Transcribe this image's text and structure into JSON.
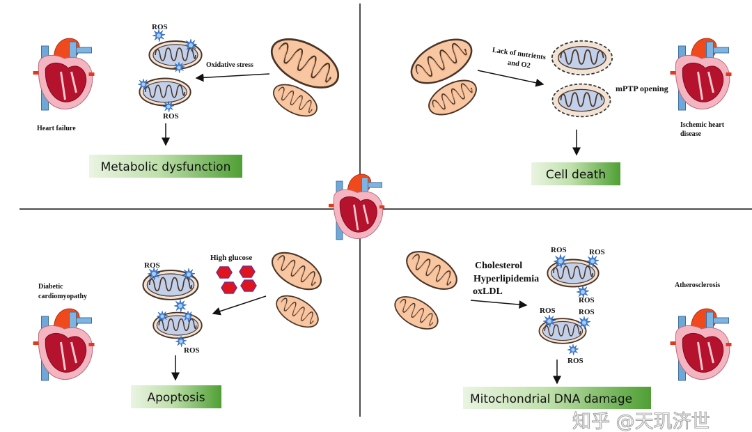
{
  "center": {
    "icon": "heart-icon"
  },
  "quadrants": {
    "top_left": {
      "disease": "Heart failure",
      "stimulus": "Oxidative stress",
      "ros_label": "ROS",
      "outcome": "Metabolic dysfunction"
    },
    "top_right": {
      "stimulus_line1": "Lack of nutrients",
      "stimulus_line2": "and O2",
      "mechanism": "mPTP opening",
      "disease_line1": "Ischemic heart",
      "disease_line2": "disease",
      "outcome": "Cell death"
    },
    "bottom_left": {
      "disease_line1": "Diabetic",
      "disease_line2": "cardiomyopathy",
      "stimulus": "High glucose",
      "ros_label": "ROS",
      "outcome": "Apoptosis"
    },
    "bottom_right": {
      "stimulus_line1": "Cholesterol",
      "stimulus_line2": "Hyperlipidemia",
      "stimulus_line3": "oxLDL",
      "ros_label": "ROS",
      "disease": "Atherosclerosis",
      "outcome": "Mitochondrial DNA damage"
    }
  },
  "watermark": "知乎 @天玑济世",
  "colors": {
    "healthy_mito": "#f8c6a0",
    "damaged_mito_matrix": "#c2d0ea",
    "ros": "#3d7fd6",
    "glucose": "#e0141c",
    "outcome_box_dark": "#5aa83c",
    "outcome_box_light": "#e6f2dc"
  }
}
